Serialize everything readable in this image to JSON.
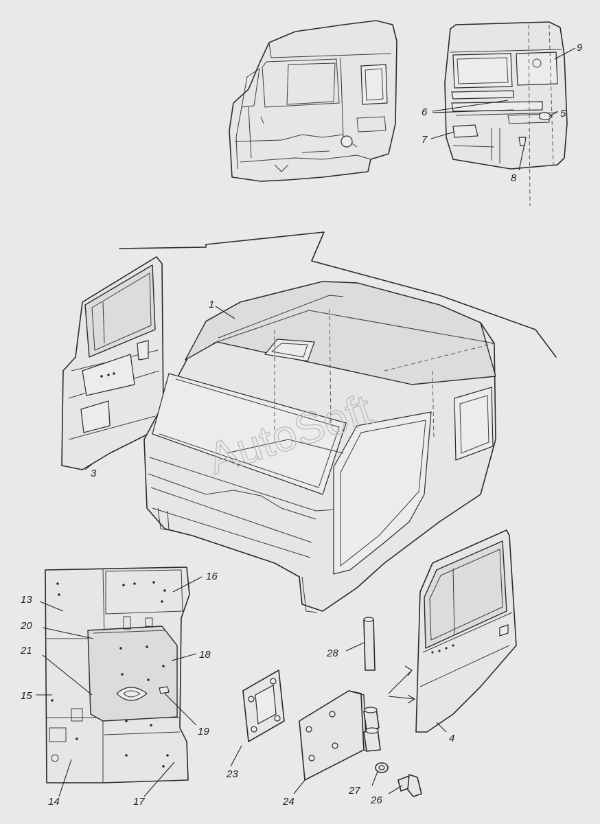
{
  "watermark": "AutoSoft",
  "labels": {
    "p1": "1",
    "p3": "3",
    "p4": "4",
    "p5": "5",
    "p6": "6",
    "p7": "7",
    "p8": "8",
    "p9": "9",
    "p13": "13",
    "p14": "14",
    "p15": "15",
    "p16": "16",
    "p17": "17",
    "p18": "18",
    "p19": "19",
    "p20": "20",
    "p21": "21",
    "p23": "23",
    "p24": "24",
    "p26": "26",
    "p27": "27",
    "p28": "28"
  }
}
